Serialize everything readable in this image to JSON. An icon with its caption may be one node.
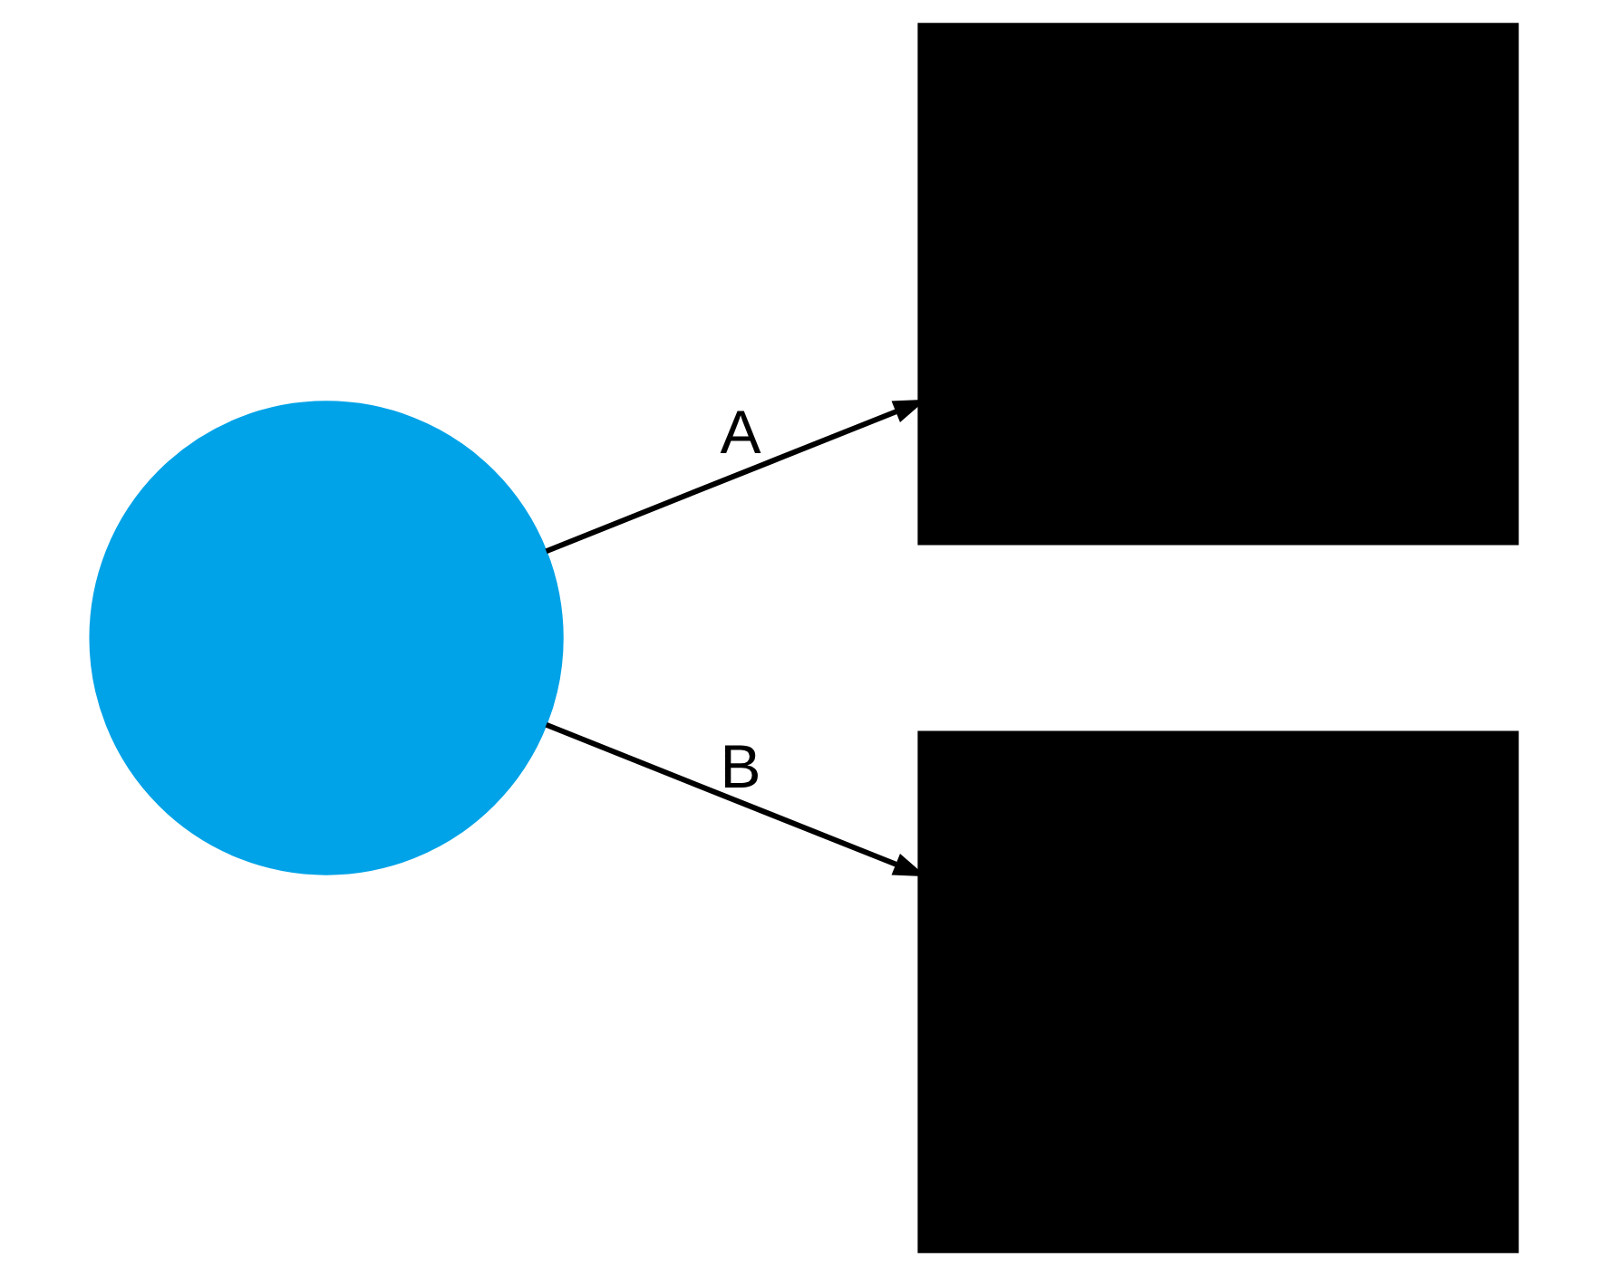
{
  "diagram": {
    "nodes": [
      {
        "text": [],
        "shape": "circle"
      },
      {
        "text": [],
        "shape": "box"
      },
      {
        "text": [],
        "shape": "box"
      }
    ],
    "edges": [
      {
        "from": 0,
        "to": 1,
        "arrow": "to",
        "label": "A"
      },
      {
        "from": 0,
        "to": 2,
        "arrow": "to",
        "label": "B"
      }
    ]
  }
}
